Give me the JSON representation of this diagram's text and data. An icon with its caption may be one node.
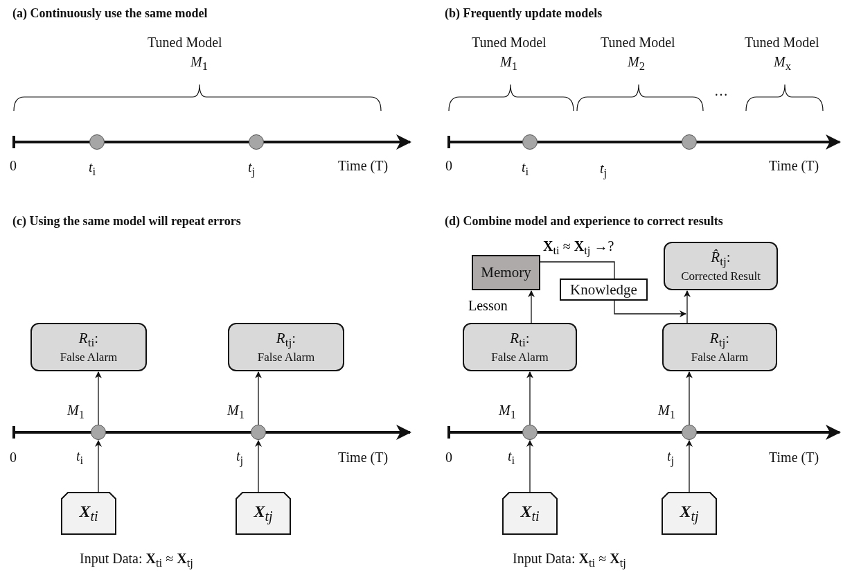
{
  "diagram": {
    "nodes": [
      {
        "text": [],
        "shape": "circle",
        "beside": [
          "*t*$_{i}$"
        ]
      },
      {
        "text": [],
        "shape": "circle",
        "beside": [
          "*t*$_{j}$"
        ]
      },
      {
        "text": [],
        "shape": "circle",
        "beside": [
          "*t*$_{i}$"
        ]
      },
      {
        "text": [],
        "shape": "circle"
      },
      {
        "text": [
          "*R*$_{ti}$:",
          "False Alarm"
        ]
      },
      {
        "text": [
          "*R*$_{tj}$:",
          "False Alarm"
        ]
      },
      {
        "text": [],
        "shape": "circle",
        "beside": [
          "*M*$_{1}$",
          "*t*$_{i}$"
        ]
      },
      {
        "text": [],
        "shape": "circle",
        "beside": [
          "*M*$_{1}$",
          "*t*$_{j}$"
        ]
      },
      {
        "text": [
          "**X**$_{ti}$"
        ]
      },
      {
        "text": [
          "**X**$_{tj}$"
        ]
      },
      {
        "text": [
          "Memory"
        ]
      },
      {
        "text": [
          "Knowledge"
        ]
      },
      {
        "text": [
          "*R̂*$_{tj}$:",
          "Corrected Result"
        ]
      },
      {
        "text": [
          "*R*$_{ti}$:",
          "False Alarm"
        ]
      },
      {
        "text": [
          "*R*$_{tj}$:",
          "False Alarm"
        ]
      },
      {
        "text": [],
        "shape": "circle",
        "beside": [
          "*M*$_{1}$",
          "*t*$_{i}$"
        ]
      },
      {
        "text": [],
        "shape": "circle",
        "beside": [
          "*M*$_{1}$",
          "*t*$_{j}$"
        ]
      },
      {
        "text": [
          "**X**$_{ti}$"
        ]
      },
      {
        "text": [
          "**X**$_{tj}$"
        ]
      }
    ],
    "edges": [
      {
        "from": 8,
        "to": 6,
        "arrow": "to"
      },
      {
        "from": 6,
        "to": 4,
        "arrow": "to"
      },
      {
        "from": 9,
        "to": 7,
        "arrow": "to"
      },
      {
        "from": 7,
        "to": 5,
        "arrow": "to"
      },
      {
        "from": 17,
        "to": 15,
        "arrow": "to"
      },
      {
        "from": 15,
        "to": 13,
        "arrow": "to"
      },
      {
        "from": 18,
        "to": 16,
        "arrow": "to"
      },
      {
        "from": 16,
        "to": 14,
        "arrow": "to"
      },
      {
        "from": 13,
        "to": 10,
        "arrow": "to",
        "label": "Lesson"
      },
      {
        "from": 10,
        "to": 11,
        "arrow": "none",
        "label": "**X**$_{ti}$ ≈ **X**$_{tj}$ →?"
      },
      {
        "from": 11,
        "to": 14,
        "arrow": "to"
      },
      {
        "from": 14,
        "to": 12,
        "arrow": "to"
      }
    ],
    "labels": [
      "(a) Continuously use the same model",
      "Tuned Model",
      "*M*$_{1}$",
      "0",
      "Time (T)",
      "(b) Frequently update models",
      "Tuned Model",
      "Tuned Model",
      "Tuned Model",
      "*M*$_{1}$",
      "*M*$_{2}$",
      "*M*$_{x}$",
      "…",
      "0",
      "*t*$_{j}$",
      "Time (T)",
      "(c) Using the same model will repeat errors",
      "0",
      "Time (T)",
      "Input Data: **X**$_{ti}$ ≈ **X**$_{tj}$",
      "(d) Combine model and experience to correct results",
      "0",
      "Time (T)",
      "Input Data: **X**$_{ti}$ ≈ **X**$_{tj}$"
    ]
  }
}
